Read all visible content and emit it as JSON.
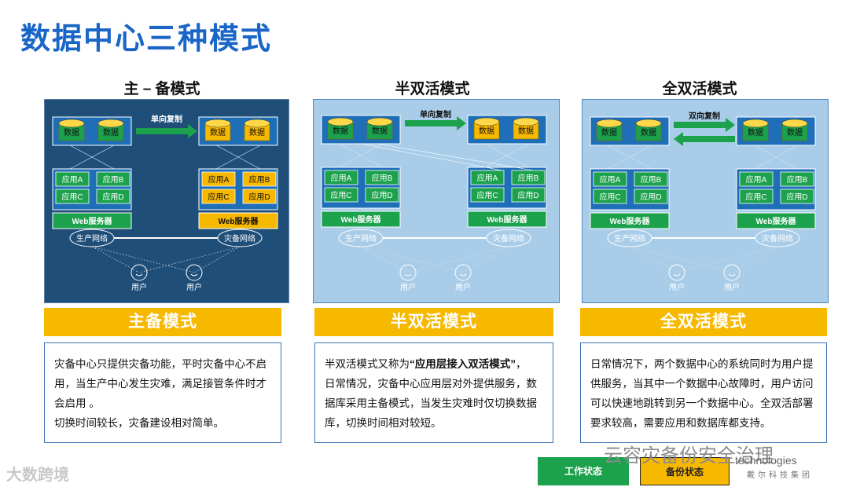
{
  "page": {
    "title": "数据中心三种模式"
  },
  "columns": [
    {
      "heading": "主 – 备模式",
      "banner": "主备模式",
      "arrow_label": "单向复制",
      "desc_lines": [
        "灾备中心只提供灾备功能，平时灾备中心不启",
        "用，当生产中心发生灾难，满足接管条件时才",
        "会启用 。",
        "切换时间较长，灾备建设相对简单。"
      ]
    },
    {
      "heading": "半双活模式",
      "banner": "半双活模式",
      "arrow_label": "单向复制",
      "desc_pre": "半双活模式又称为",
      "desc_bold": "“应用层接入双活模式”",
      "desc_post": "，",
      "desc_lines": [
        "日常情况，灾备中心应用层对外提供服务，数",
        "据库采用主备模式，当发生灾难时仅切换数据",
        "库，切换时间相对较短。"
      ]
    },
    {
      "heading": "全双活模式",
      "banner": "全双活模式",
      "arrow_label": "双向复制",
      "desc_lines": [
        "日常情况下，两个数据中心的系统同时为用户提",
        "供服务，当其中一个数据中心故障时，用户访问",
        "可以快速地跳转到另一个数据中心。全双活部署",
        "要求较高，需要应用和数据库都支持。"
      ]
    }
  ],
  "diagram_labels": {
    "db": "数据",
    "app_a": "应用A",
    "app_b": "应用B",
    "app_c": "应用C",
    "app_d": "应用D",
    "web": "Web服务器",
    "prod_net": "生产网络",
    "dr_net": "灾备网络",
    "user": "用户"
  },
  "legend": {
    "work": "工作状态",
    "backup": "备份状态"
  },
  "watermarks": {
    "left": "大数跨境",
    "right": "云容灾备份安全治理",
    "dell_tech": "technologies",
    "dell_cn": "戴尔科技集团"
  },
  "colors": {
    "title_blue": "#1a66c7",
    "banner": "#f7b800",
    "work_green": "#1ca14c",
    "backup_yellow": "#f7b800",
    "dark_panel": "#1f4e79",
    "light_panel": "#a9cde9"
  }
}
